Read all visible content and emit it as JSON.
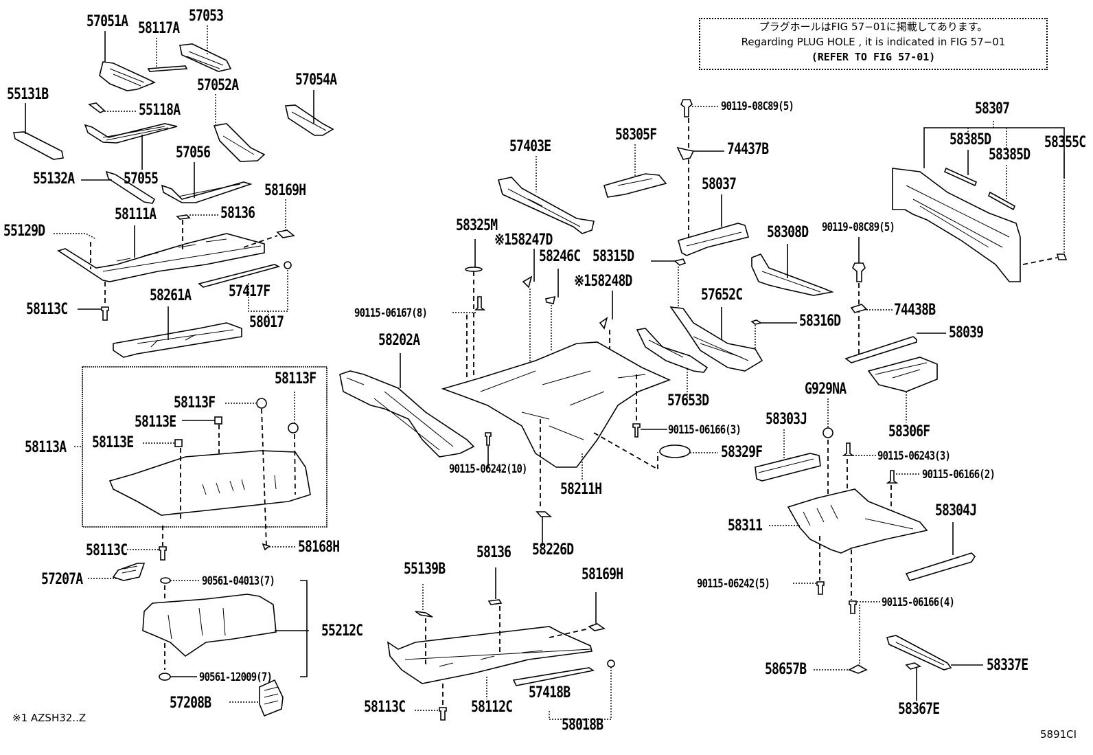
{
  "diagram": {
    "type": "exploded-parts-diagram",
    "subject": "Floor pan & lower back panel",
    "note": {
      "line_jp": "プラグホールはFIG 57−01に掲載してあります。",
      "line_en": "Regarding PLUG HOLE , it is indicated in FIG 57−01",
      "line_refer": "(REFER TO FIG 57-01)"
    },
    "footnote": "※1 AZSH32..Z",
    "figure_code": "5891CI",
    "parts": {
      "p57051A": "57051A",
      "p58117A": "58117A",
      "p57053": "57053",
      "p55131B": "55131B",
      "p57052A": "57052A",
      "p57054A": "57054A",
      "p55118A": "55118A",
      "p57056": "57056",
      "p55132A": "55132A",
      "p57055": "57055",
      "p58169H_a": "58169H",
      "p55129D": "55129D",
      "p58111A": "58111A",
      "p58136_a": "58136",
      "p58113C_a": "58113C",
      "p58261A": "58261A",
      "p57417F": "57417F",
      "p58017": "58017",
      "p58113F_a": "58113F",
      "p58113F_b": "58113F",
      "p58113E_a": "58113E",
      "p58113E_b": "58113E",
      "p58113A": "58113A",
      "p58113C_b": "58113C",
      "p58168H": "58168H",
      "p57207A": "57207A",
      "p90561_04013": "90561-04013(7)",
      "p55212C": "55212C",
      "p90561_12009": "90561-12009(7)",
      "p57208B": "57208B",
      "p57403E": "57403E",
      "p58305F": "58305F",
      "p58325M": "58325M",
      "p58247D": "※158247D",
      "p58246C": "58246C",
      "p58315D": "58315D",
      "p58248D": "※158248D",
      "p90115_06167": "90115-06167(8)",
      "p58202A": "58202A",
      "p90115_06242_10": "90115-06242(10)",
      "p58211H": "58211H",
      "p58226D": "58226D",
      "p58136_b": "58136",
      "p55139B": "55139B",
      "p58169H_b": "58169H",
      "p58112C": "58112C",
      "p58113C_c": "58113C",
      "p57418B": "57418B",
      "p58018B": "58018B",
      "p90119_08C89_a": "90119-08C89(5)",
      "p74437B": "74437B",
      "p58037": "58037",
      "p58308D": "58308D",
      "p57652C": "57652C",
      "p58316D": "58316D",
      "p57653D": "57653D",
      "p90115_06166_3": "90115-06166(3)",
      "p58329F": "58329F",
      "p58303J": "58303J",
      "p58307": "58307",
      "p58385D_a": "58385D",
      "p58385D_b": "58385D",
      "p58355C": "58355C",
      "p90119_08C89_b": "90119-08C89(5)",
      "p74438B": "74438B",
      "p58039": "58039",
      "p58306F": "58306F",
      "pG929NA": "G929NA",
      "p90115_06243": "90115-06243(3)",
      "p90115_06166_2": "90115-06166(2)",
      "p58311": "58311",
      "p58304J": "58304J",
      "p90115_06242_5": "90115-06242(5)",
      "p90115_06166_4": "90115-06166(4)",
      "p58657B": "58657B",
      "p58337E": "58337E",
      "p58367E": "58367E"
    }
  }
}
